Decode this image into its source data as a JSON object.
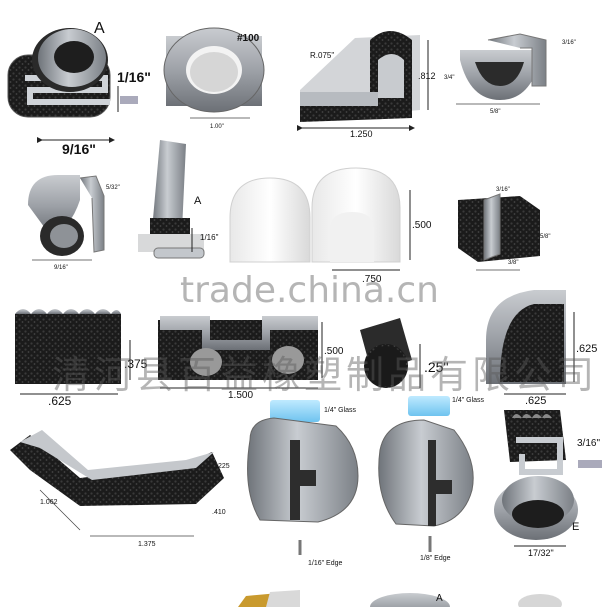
{
  "labels": {
    "p1_letter": "A",
    "p1_dim_thick": "1/16\"",
    "p1_dim_width": "9/16\"",
    "p2_part_no": "#100",
    "p2_dim": "1.00\"",
    "p3_radius": "R.075\"",
    "p3_height": ".812",
    "p3_width": "1.250",
    "p4_gap": "3/16\"",
    "p4_height": "3/4\"",
    "p4_width": "5/8\"",
    "p5_gap": "5/32\"",
    "p5_width": "9/16\"",
    "p6_letter": "A",
    "p6_dim": "1/16\"",
    "p7_height": ".500",
    "p7_width": ".750",
    "p8_gap": "3/16\"",
    "p8_height": "5/8\"",
    "p8_width": "3/8\"",
    "p9_height": ".375",
    "p9_width": ".625",
    "p10_height": ".500",
    "p10_width": "1.500",
    "p11_dim": ".25\"",
    "p12_height": ".625",
    "p12_width": ".625",
    "p13_d1": ".225",
    "p13_d2": "1.062",
    "p13_d3": ".410",
    "p13_d4": "1.375",
    "p14_glass": "1/4\" Glass",
    "p14_edge": "1/16\" Edge",
    "p15_glass": "1/4\" Glass",
    "p15_edge": "1/8\" Edge",
    "p16_gap": "3/16\"",
    "p16_letter": "E",
    "p16_width": "17/32\"",
    "p18_letter": "A"
  },
  "watermark": {
    "site": "trade.china.cn",
    "company": "清河县百益橡塑制品有限公司"
  }
}
